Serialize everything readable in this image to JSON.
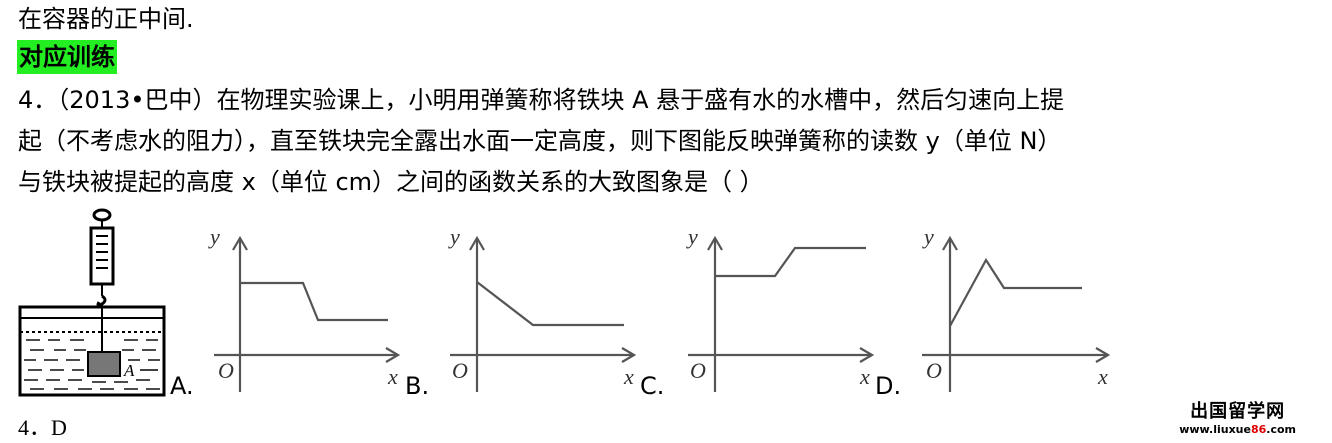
{
  "text": {
    "line1": "在容器的正中间.",
    "section_tag": "对应训练",
    "line3": "4．（2013•巴中）在物理实验课上，小明用弹簧称将铁块  A  悬于盛有水的水槽中，然后匀速向上提",
    "line4": "起（不考虑水的阻力），直至铁块完全露出水面一定高度，则下图能反映弹簧称的读数 y（单位 N）",
    "line5": "与铁块被提起的高度 x（单位 cm）之间的函数关系的大致图象是（        ）",
    "answer": "4．D"
  },
  "figure": {
    "block_label": "A"
  },
  "options": [
    {
      "label": "A.",
      "x_label": "x",
      "y_label": "y",
      "origin_label": "O"
    },
    {
      "label": "B.",
      "x_label": "x",
      "y_label": "y",
      "origin_label": "O"
    },
    {
      "label": "C.",
      "x_label": "x",
      "y_label": "y",
      "origin_label": "O"
    },
    {
      "label": "D.",
      "x_label": "x",
      "y_label": "y",
      "origin_label": "O"
    }
  ],
  "watermark": {
    "title": "出国留学网",
    "url_prefix": "www.liuxue",
    "url_red": "86",
    "url_suffix": ".com"
  }
}
